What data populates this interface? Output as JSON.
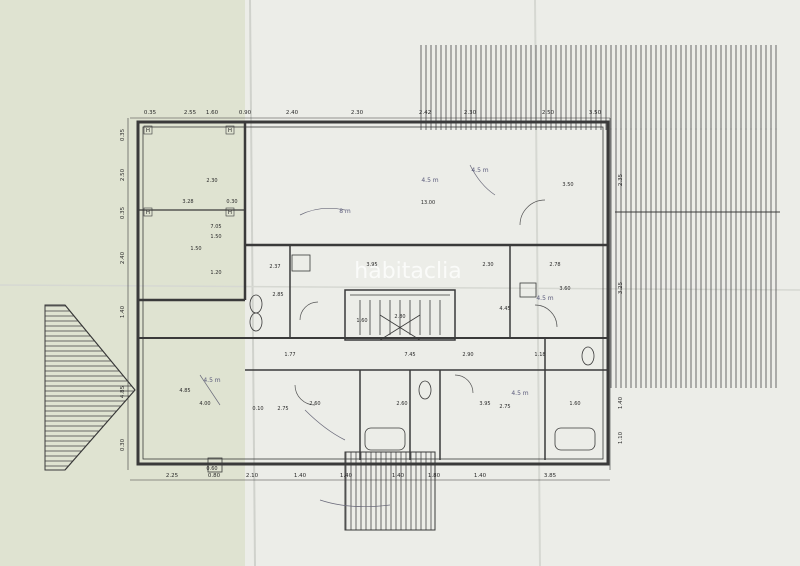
{
  "plan": {
    "watermark": "habitaclia",
    "dimensions_top": [
      "0.35",
      "2.55",
      "1.60",
      "0.90",
      "2.40",
      "2.30",
      "2.42",
      "2.30",
      "2.50",
      "3.50"
    ],
    "dimensions_bottom": [
      "2.25",
      "0.80",
      "2.10",
      "1.40",
      "1.40",
      "1.40",
      "1.80",
      "1.40",
      "3.85"
    ],
    "dimensions_left": [
      "0.35",
      "2.50",
      "0.35",
      "2.40",
      "1.40",
      "4.85",
      "0.30"
    ],
    "dimensions_right": [
      "2.35",
      "3.25",
      "1.40",
      "1.10"
    ],
    "dimensions_interior": [
      "3.28",
      "0.30",
      "7.05",
      "13.00",
      "2.30",
      "1.50",
      "1.20",
      "1.50",
      "3.95",
      "2.30",
      "2.78",
      "4.45",
      "3.50",
      "3.60",
      "2.37",
      "2.85",
      "2.80",
      "1.60",
      "1.77",
      "7.45",
      "2.90",
      "1.18",
      "4.85",
      "4.00",
      "2.60",
      "2.60",
      "3.95",
      "2.75",
      "2.75",
      "1.60",
      "0.10",
      "0.60"
    ],
    "annotations": [
      "H",
      "H",
      "H",
      "H"
    ],
    "handwritten_notes": [
      "4.5 m",
      "4.5 m",
      "8 m",
      "4.5 m",
      "4.5 m",
      "4.5 m"
    ]
  },
  "colors": {
    "paper": "#ecede8",
    "paper_left": "#dfe3d1",
    "ink": "#3a3a3a",
    "pencil": "#6a6a7a",
    "watermark": "#ffffff"
  }
}
